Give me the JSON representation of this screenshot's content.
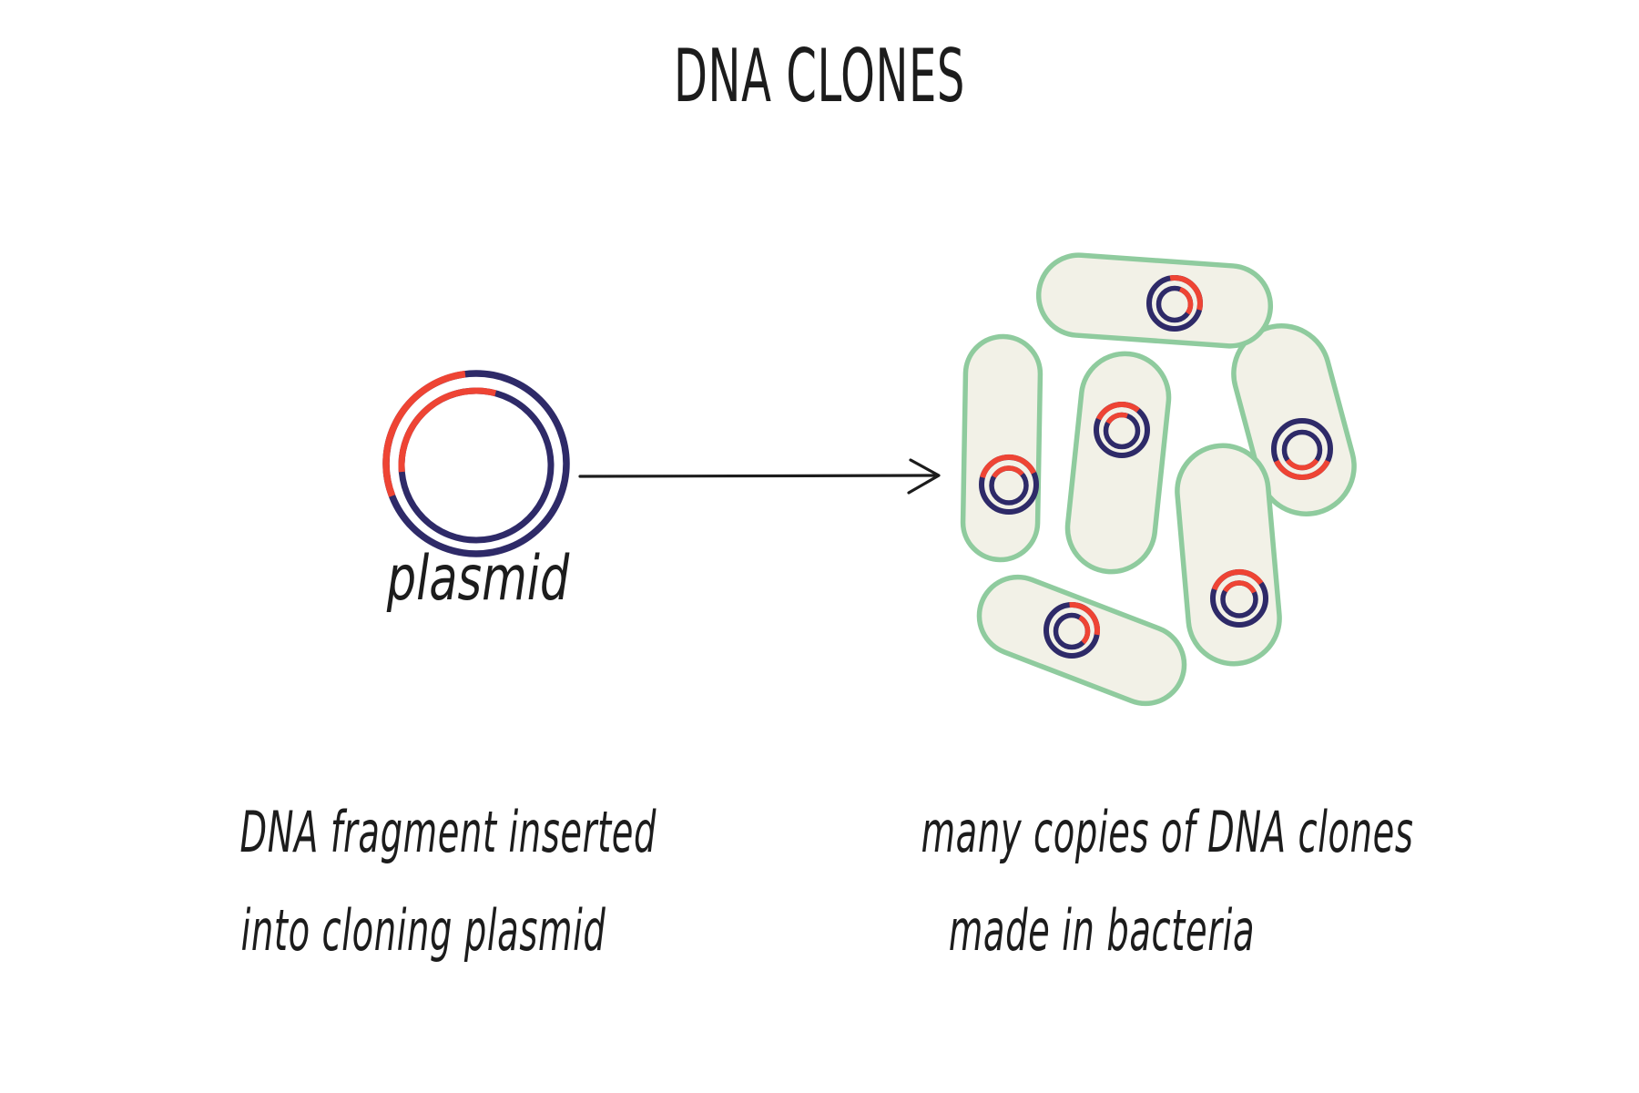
{
  "title": "DNA CLONES",
  "plasmid_label": "plasmid",
  "captions": {
    "left_line1": "DNA fragment inserted",
    "left_line2": "into cloning plasmid",
    "right_line1": "many copies of DNA clones",
    "right_line2": "made in bacteria"
  },
  "figure": {
    "bacteria_count": 6,
    "plasmids_per_bacterium": 1
  },
  "colors": {
    "ink": "#1c1c1c",
    "plasmid-navy": "#2e2a68",
    "insert-red": "#ee4434",
    "bacteria-green": "#8fcb9e",
    "bacteria-fill": "#f2f1e7",
    "background": "#ffffff"
  }
}
